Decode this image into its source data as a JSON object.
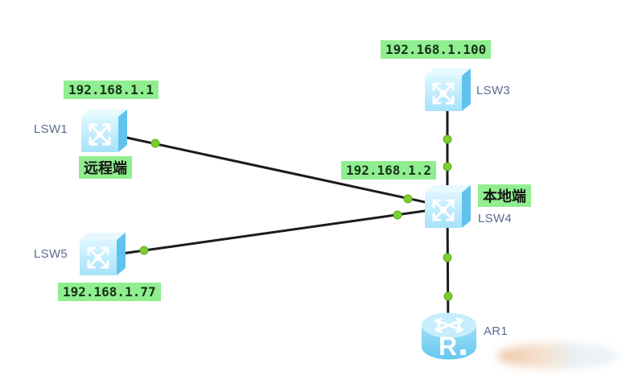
{
  "diagram": {
    "devices": {
      "lsw1": {
        "name": "LSW1",
        "ip": "192.168.1.1",
        "role": "远程端",
        "type": "switch"
      },
      "lsw5": {
        "name": "LSW5",
        "ip": "192.168.1.77",
        "type": "switch"
      },
      "lsw3": {
        "name": "LSW3",
        "ip": "192.168.1.100",
        "type": "switch"
      },
      "lsw4": {
        "name": "LSW4",
        "ip": "192.168.1.2",
        "role": "本地端",
        "type": "switch"
      },
      "ar1": {
        "name": "AR1",
        "type": "router"
      }
    },
    "links": [
      {
        "from": "LSW1",
        "to": "LSW4",
        "status": "up"
      },
      {
        "from": "LSW5",
        "to": "LSW4",
        "status": "up"
      },
      {
        "from": "LSW3",
        "to": "LSW4",
        "status": "up"
      },
      {
        "from": "LSW4",
        "to": "AR1",
        "status": "up"
      }
    ],
    "colors": {
      "annotation_bg": "#90ee90",
      "annotation_text": "#173317",
      "device_name_text": "#5a6b8e",
      "link_line": "#1b1b1b",
      "port_up_dot": "#7bce2f",
      "switch_body": "#bfe9fb",
      "switch_side": "#5fc3ee",
      "router_body": "#8ed9f6"
    }
  }
}
